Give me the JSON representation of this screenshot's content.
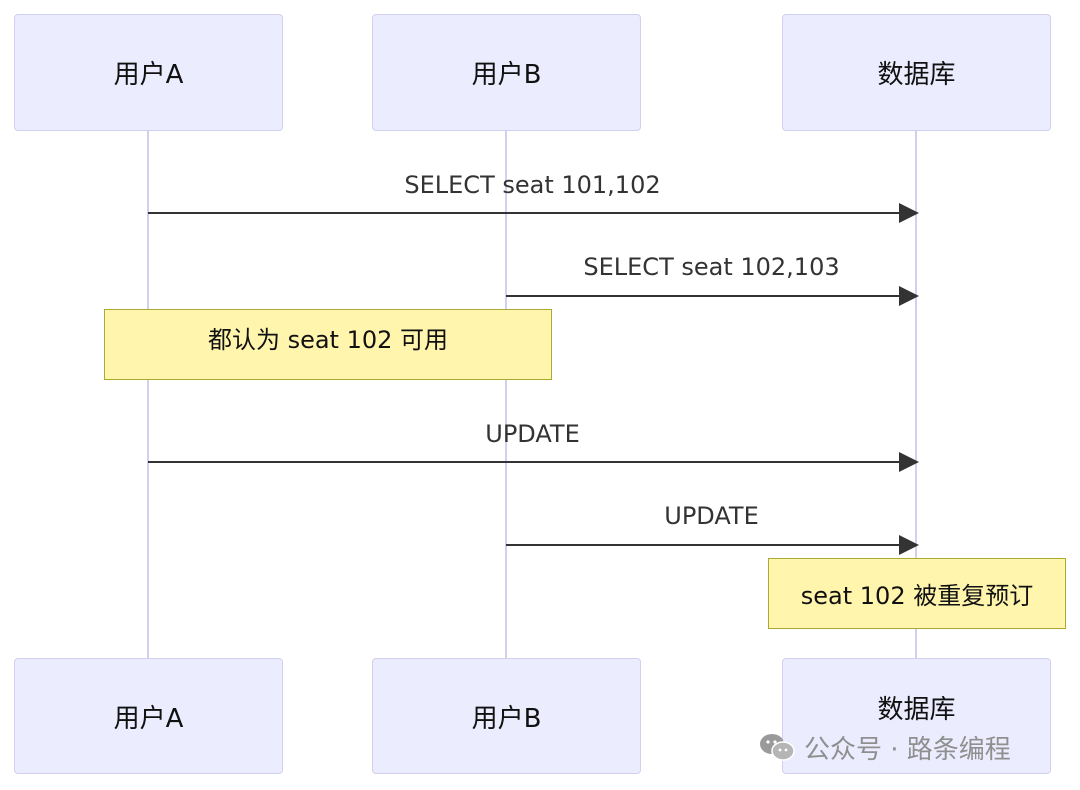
{
  "participants": [
    {
      "id": "a",
      "label": "用户A"
    },
    {
      "id": "b",
      "label": "用户B"
    },
    {
      "id": "db",
      "label": "数据库"
    }
  ],
  "messages": [
    {
      "from": "a",
      "to": "db",
      "label": "SELECT seat 101,102"
    },
    {
      "from": "b",
      "to": "db",
      "label": "SELECT seat 102,103"
    },
    {
      "from": "a",
      "to": "db",
      "label": "UPDATE"
    },
    {
      "from": "b",
      "to": "db",
      "label": "UPDATE"
    }
  ],
  "notes": [
    {
      "text": "都认为 seat 102 可用"
    },
    {
      "text": "seat 102 被重复预订"
    }
  ],
  "watermark": {
    "text": "公众号 · 路条编程"
  },
  "colors": {
    "actor_fill": "#ECECFF",
    "actor_border": "#D2D0F0",
    "lifeline": "#D2D0F0",
    "arrow": "#333333",
    "note_fill": "#FFF5AD",
    "note_border": "#AAAA33"
  }
}
